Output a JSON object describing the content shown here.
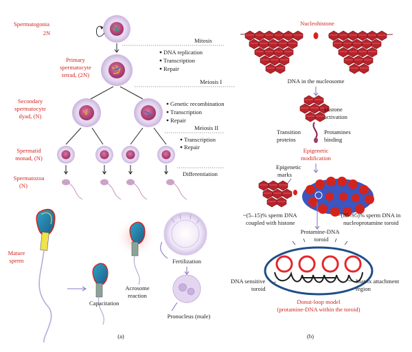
{
  "panel_a": {
    "label": "(a)",
    "stages": [
      "Spermatogonia",
      "2N",
      "Primary",
      "spermatocyte",
      "tetrad, (2N)",
      "Secondary",
      "spermatocyte",
      "dyad, (N)",
      "Spermatid",
      "monad, (N)",
      "Spermatozoa",
      "(N)",
      "Mature",
      "sperm"
    ],
    "processes": [
      "Mitosis",
      "Meiosis I",
      "Meiosis II",
      "Differentiation"
    ],
    "bullets_1": [
      "DNA replication",
      "Transcription",
      "Repair"
    ],
    "bullets_2": [
      "Genetic recombination",
      "Transcription",
      "Repair"
    ],
    "bullets_3": [
      "Transcription",
      "Repair"
    ],
    "capacitation": "Capacitation",
    "acrosome": [
      "Acrosome",
      "reaction"
    ],
    "fertilization": "Fertilization",
    "pronucleus": "Pronucleus (male)"
  },
  "panel_b": {
    "label": "(b)",
    "nucleohistone": "Nucleohistone",
    "dna_nucleosome": "DNA in the nucleosome",
    "histone_activation": [
      "Histone",
      "activation"
    ],
    "transition_proteins": [
      "Transition",
      "proteins"
    ],
    "protamines_binding": [
      "Protamines",
      "binding"
    ],
    "epigenetic_modification": [
      "Epigenetic",
      "modification"
    ],
    "epigenetic_marks": [
      "Epigenetic",
      "marks"
    ],
    "left_pct": [
      "~(5–15)% sperm DNA",
      "coupled with histone"
    ],
    "right_pct": [
      "~(85–95)% sperm DNA in",
      "nucleoprotamine toroid"
    ],
    "protamine_toroid": [
      "Protamine-DNA",
      "toroid"
    ],
    "dna_sensitive": [
      "DNA sensitive",
      "toroid"
    ],
    "matrix_attachment": [
      "Matrix attachment",
      "region"
    ],
    "donut_title": [
      "Donut-loop model",
      "(protamine-DNA within the toroid)"
    ]
  },
  "colors": {
    "red_text": "#d3241c",
    "cell_ring": "#c9b3de",
    "nucleus": "#b2477a",
    "nucleosome": "#b8232c",
    "toroid_ring": "#e4262b",
    "ellipse": "#1f4d87",
    "arrow_purple": "#8a78c4"
  }
}
